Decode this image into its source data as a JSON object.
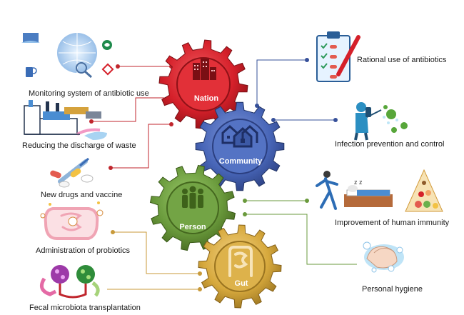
{
  "gears": {
    "nation": "Nation",
    "community": "Community",
    "person": "Person",
    "gut": "Gut"
  },
  "left_items": [
    {
      "label": "Monitoring system of antibiotic use"
    },
    {
      "label": "Reducing the discharge of waste"
    },
    {
      "label": "New drugs and vaccine"
    },
    {
      "label": "Administration of probiotics"
    },
    {
      "label": "Fecal microbiota transplantation"
    }
  ],
  "right_items": [
    {
      "label": "Rational use of antibiotics"
    },
    {
      "label": "Infection prevention and control"
    },
    {
      "label": "Improvement of human immunity"
    },
    {
      "label": "Personal hygiene"
    }
  ],
  "colors": {
    "nation": "#d5202a",
    "community": "#4866b8",
    "person": "#6a9a3c",
    "gut": "#d7a93d",
    "connector_red": "#c0262d",
    "connector_blue": "#36509a",
    "connector_green": "#6a9a3c",
    "connector_gold": "#c89a3a"
  }
}
